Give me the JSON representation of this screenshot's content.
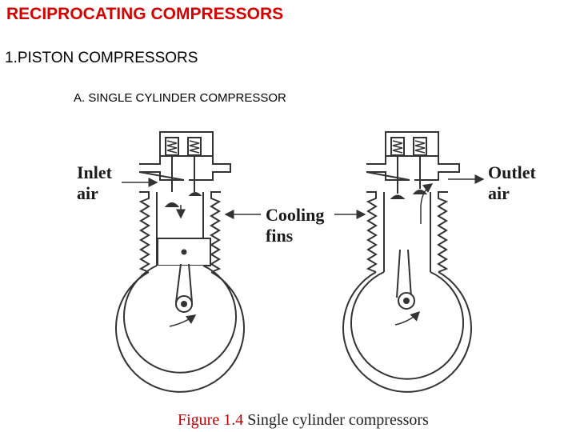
{
  "slide": {
    "title": "RECIPROCATING COMPRESSORS",
    "subtitle": "1.PISTON COMPRESSORS",
    "section": "A. SINGLE CYLINDER COMPRESSOR"
  },
  "diagram": {
    "inlet_label_1": "Inlet",
    "inlet_label_2": "air",
    "cooling_label_1": "Cooling",
    "cooling_label_2": "fins",
    "outlet_label_1": "Outlet",
    "outlet_label_2": "air"
  },
  "caption": {
    "number": "Figure 1.4",
    "text": "Single cylinder compressors"
  },
  "colors": {
    "title": "#d40000",
    "caption_number": "#c00000",
    "stroke": "#333333"
  }
}
